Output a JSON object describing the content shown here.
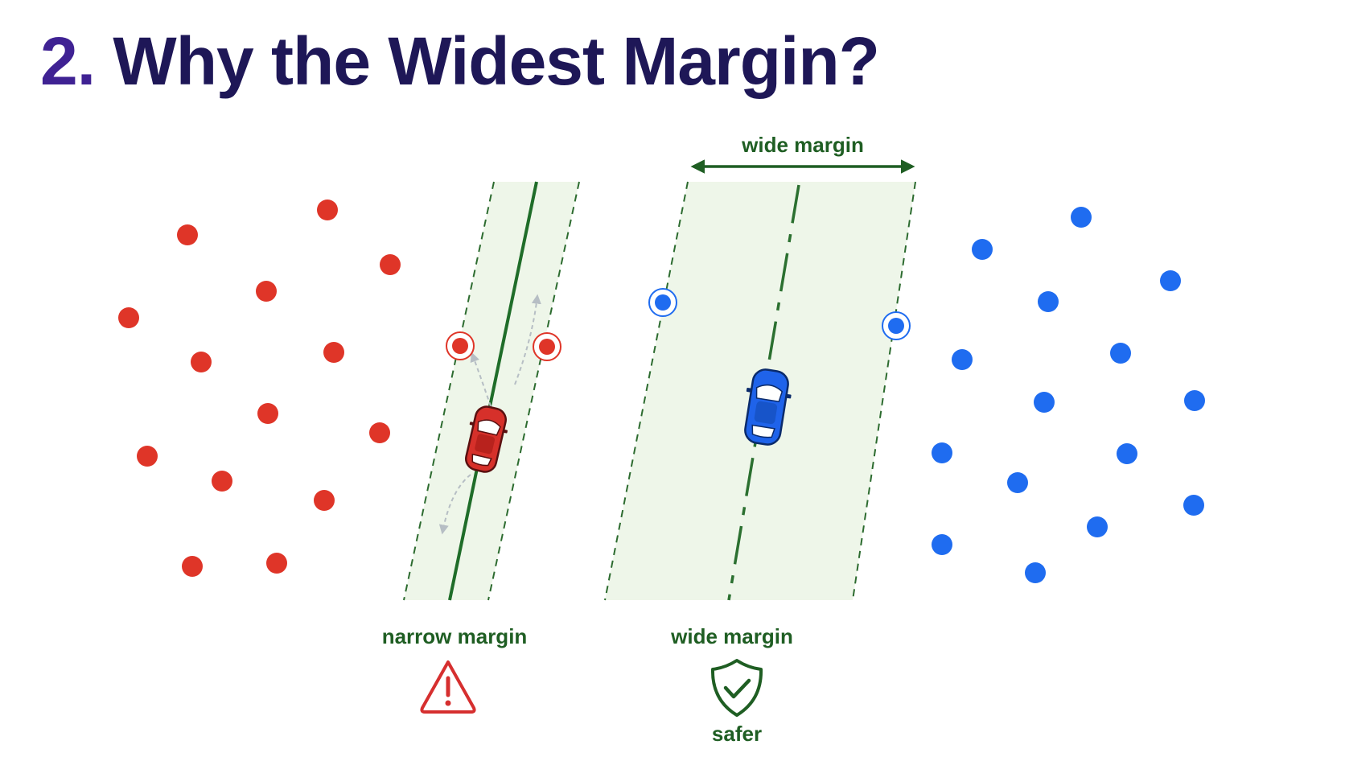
{
  "title": {
    "number": "2.",
    "text": "Why the Widest Margin?"
  },
  "labels": {
    "top_margin": "wide margin",
    "narrow_margin": "narrow margin",
    "wide_margin": "wide margin",
    "safer": "safer"
  },
  "icons": {
    "narrow": "warning-triangle-icon",
    "wide": "shield-check-icon"
  },
  "colors": {
    "title": "#1e1757",
    "title_number": "#3f2293",
    "red_class": "#df3528",
    "blue_class": "#1f6cf0",
    "margin_green": "#1f5e23",
    "margin_fill": "#eef6e9",
    "warning": "#d62f2f"
  }
}
